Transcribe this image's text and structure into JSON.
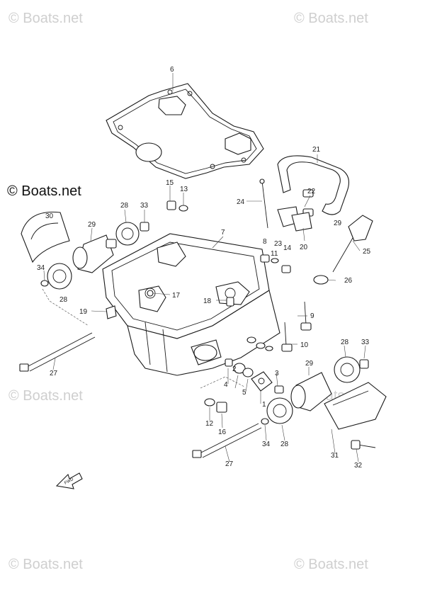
{
  "watermarks": {
    "top_left": "© Boats.net",
    "top_right": "© Boats.net",
    "mid_left_bold": "© Boats.net",
    "mid_left": "© Boats.net",
    "mid_right": "© Boats.net",
    "bottom_left": "© Boats.net",
    "bottom_right": "© Boats.net"
  },
  "front_arrow": {
    "label": "FWD",
    "icon": "forward-arrow-icon"
  },
  "callouts": [
    "1",
    "2",
    "3",
    "4",
    "5",
    "6",
    "7",
    "8",
    "9",
    "10",
    "11",
    "12",
    "13",
    "14",
    "15",
    "16",
    "17",
    "18",
    "19",
    "20",
    "21",
    "22",
    "23",
    "24",
    "25",
    "26",
    "27",
    "27",
    "28",
    "28",
    "28",
    "28",
    "29",
    "29",
    "29",
    "30",
    "31",
    "32",
    "33",
    "33",
    "34",
    "34"
  ]
}
